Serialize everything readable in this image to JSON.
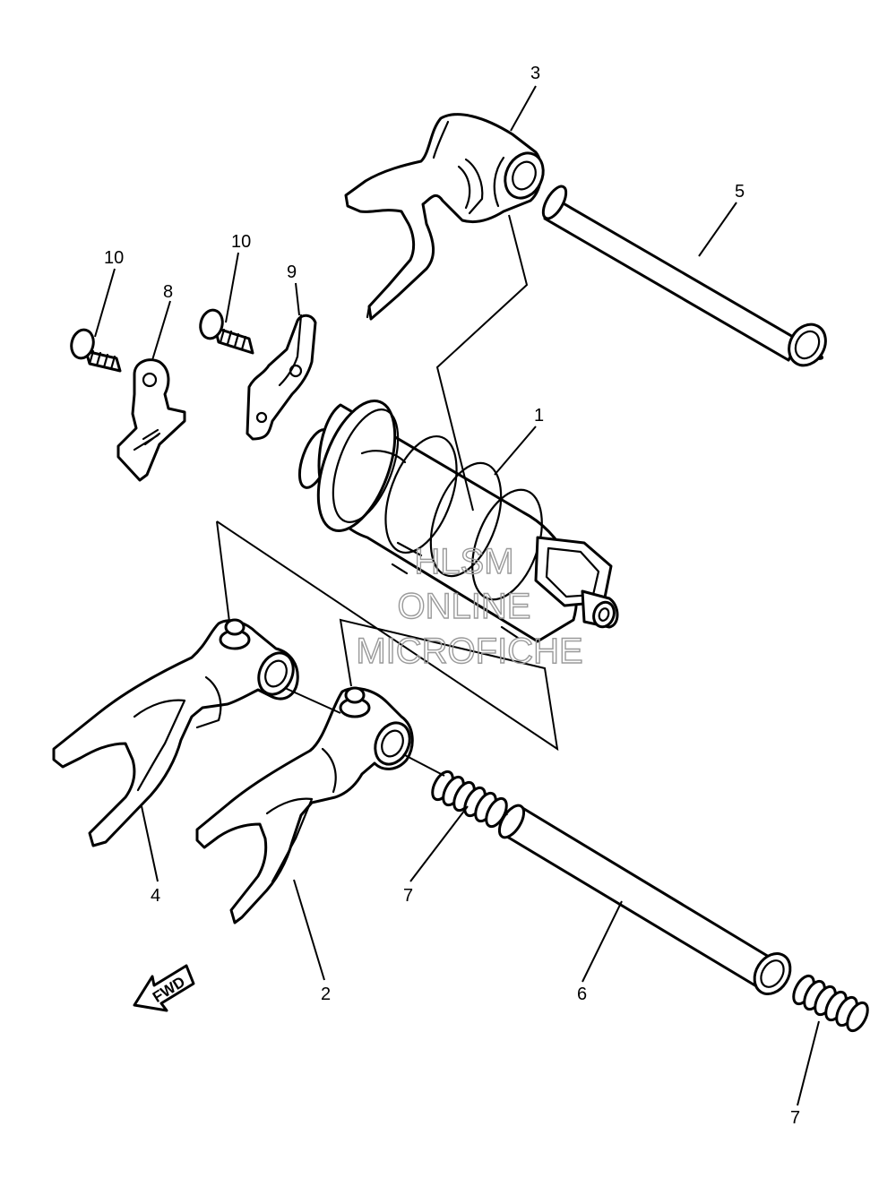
{
  "callouts": [
    {
      "id": "c1",
      "label": "1"
    },
    {
      "id": "c2",
      "label": "2"
    },
    {
      "id": "c3",
      "label": "3"
    },
    {
      "id": "c4",
      "label": "4"
    },
    {
      "id": "c5",
      "label": "5"
    },
    {
      "id": "c6",
      "label": "6"
    },
    {
      "id": "c7a",
      "label": "7"
    },
    {
      "id": "c7b",
      "label": "7"
    },
    {
      "id": "c8",
      "label": "8"
    },
    {
      "id": "c9",
      "label": "9"
    },
    {
      "id": "c10a",
      "label": "10"
    },
    {
      "id": "c10b",
      "label": "10"
    }
  ],
  "watermark": {
    "line1": "HLSM",
    "line2": "ONLINE",
    "line3": "MICROFICHE"
  },
  "direction_arrow": {
    "label": "FWD"
  }
}
